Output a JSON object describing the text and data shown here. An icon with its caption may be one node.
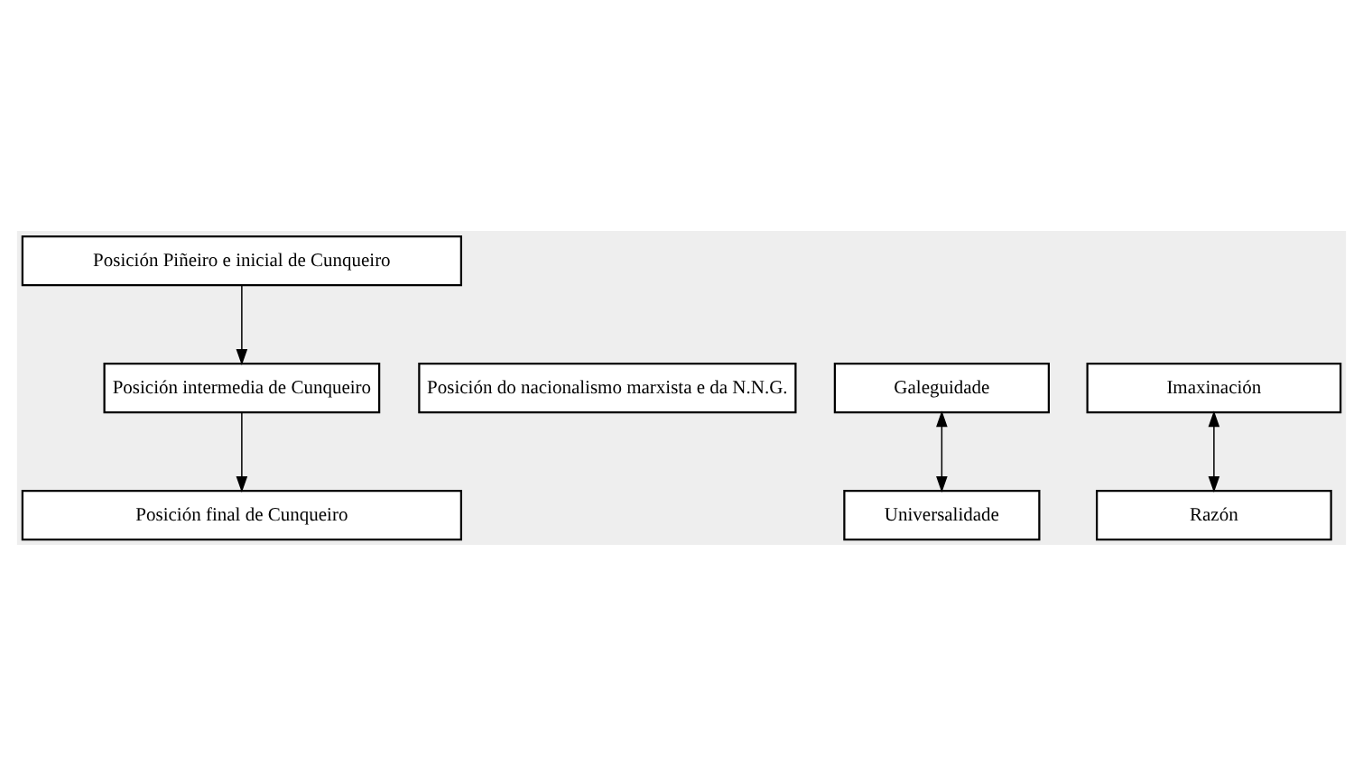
{
  "diagram": {
    "nodes": [
      {
        "text": [
          "Posición Piñeiro e inicial de Cunqueiro"
        ]
      },
      {
        "text": [
          "Posición do nacionalismo marxista e da N.N.G."
        ]
      },
      {
        "text": [
          "Galeguidade"
        ]
      },
      {
        "text": [
          "Imaxinación"
        ]
      },
      {
        "text": [
          "Posición intermedia de Cunqueiro"
        ]
      },
      {
        "text": [
          "Razón"
        ]
      },
      {
        "text": [
          "Universalidade"
        ]
      },
      {
        "text": [
          "Posición final de Cunqueiro"
        ]
      }
    ],
    "edges": [
      {
        "from": 0,
        "to": 4,
        "arrow": "to"
      },
      {
        "from": 4,
        "to": 7,
        "arrow": "to"
      },
      {
        "from": 2,
        "to": 6,
        "arrow": "both"
      },
      {
        "from": 3,
        "to": 5,
        "arrow": "both"
      }
    ]
  }
}
